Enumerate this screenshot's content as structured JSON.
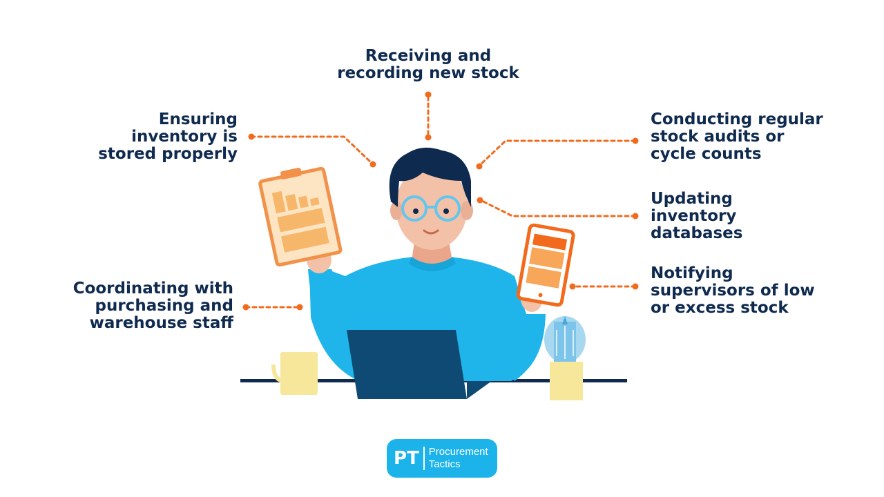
{
  "labels": {
    "top": [
      "Receiving and",
      "recording new stock"
    ],
    "left_upper": [
      "Ensuring",
      "inventory is",
      "stored properly"
    ],
    "left_lower": [
      "Coordinating with",
      "purchasing and",
      "warehouse staff"
    ],
    "right_1": [
      "Conducting regular",
      "stock audits or",
      "cycle counts"
    ],
    "right_2": [
      "Updating",
      "inventory",
      "databases"
    ],
    "right_3": [
      "Notifying",
      "supervisors of low",
      "or excess stock"
    ]
  },
  "logo": {
    "mark": "PT",
    "line1": "Procurement",
    "line2": "Tactics"
  },
  "colors": {
    "text": "#0f2a4f",
    "connector": "#f26a1b",
    "sweater": "#1fb5ea",
    "hair": "#0f2a4f",
    "skin": "#f2c1a8",
    "laptop": "#0e4a73",
    "mug": "#f6e79b",
    "clipboard": "#f7b76b",
    "brand": "#1cb3ea"
  }
}
